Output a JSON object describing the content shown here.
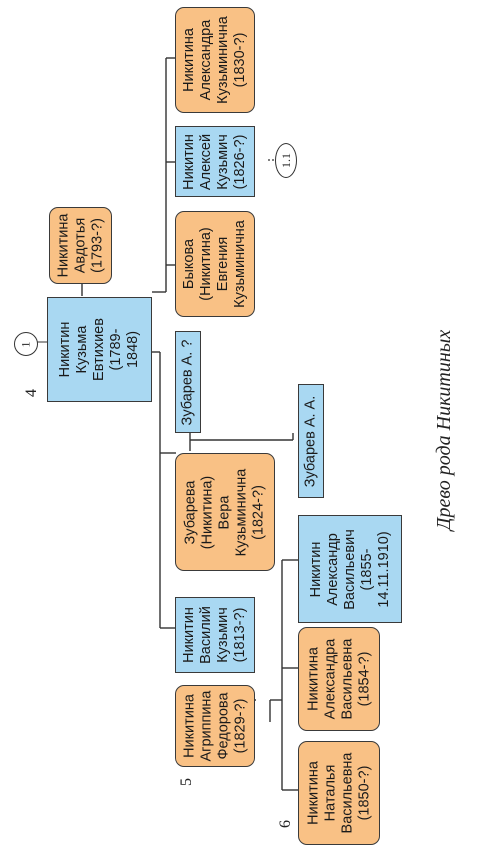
{
  "caption": "Древо рода Никитиных",
  "generations": [
    "4",
    "5",
    "6"
  ],
  "refs": {
    "root": "1",
    "aleksey": "1.1"
  },
  "people": {
    "kuzma": {
      "text": "Никитин\nКузьма\nЕвтихиев\n(1789-\n1848)",
      "sex": "male"
    },
    "avdotya": {
      "text": "Никитина\nАвдотья\n(1793-?)",
      "sex": "female"
    },
    "alexandra": {
      "text": "Никитина\nАлександра\nКузьминична\n(1830-?)",
      "sex": "female"
    },
    "aleksey": {
      "text": "Никитин\nАлексей\nКузьмич\n(1826-?)",
      "sex": "male"
    },
    "evgenia": {
      "text": "Быкова\n(Никитина)\nЕвгения\nКузьминична",
      "sex": "female"
    },
    "zubarev_a": {
      "text": "Зубарев А. ?",
      "sex": "male"
    },
    "vera": {
      "text": "Зубарева\n(Никитина)\nВера\nКузьминична\n(1824-?)",
      "sex": "female"
    },
    "zubarev_aa": {
      "text": "Зубарев А. А.",
      "sex": "male"
    },
    "vasily": {
      "text": "Никитин\nВасилий\nКузьмич\n(1813-?)",
      "sex": "male"
    },
    "agrippina": {
      "text": "Никитина\nАгриппина\nФедорова\n(1829-?)",
      "sex": "female"
    },
    "alexander": {
      "text": "Никитин\nАлександр\nВасильевич\n(1855-\n14.11.1910)",
      "sex": "male"
    },
    "alexandra_v": {
      "text": "Никитина\nАлександра\nВасильевна\n(1854-?)",
      "sex": "female"
    },
    "natalya": {
      "text": "Никитина\nНаталья\nВасильевна\n(1850-?)",
      "sex": "female"
    }
  }
}
